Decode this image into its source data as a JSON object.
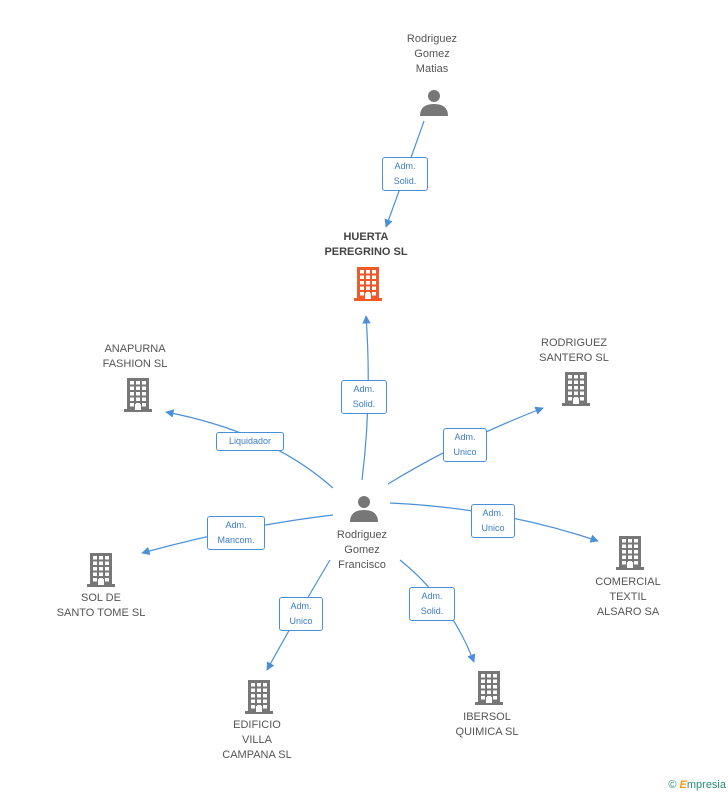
{
  "colors": {
    "edge": "#4a90d9",
    "person": "#777777",
    "company": "#777777",
    "focus_company": "#f05a28"
  },
  "nodes": {
    "matias": {
      "label": "Rodriguez\nGomez\nMatias",
      "icon": "person-icon"
    },
    "huerta": {
      "label": "HUERTA\nPEREGRINO SL",
      "icon": "building-icon"
    },
    "anapurna": {
      "label": "ANAPURNA\nFASHION SL",
      "icon": "building-icon"
    },
    "santero": {
      "label": "RODRIGUEZ\nSANTERO SL",
      "icon": "building-icon"
    },
    "francisco": {
      "label": "Rodriguez\nGomez\nFrancisco",
      "icon": "person-icon"
    },
    "sol": {
      "label": "SOL DE\nSANTO TOME SL",
      "icon": "building-icon"
    },
    "comercial": {
      "label": "COMERCIAL\nTEXTIL\nALSARO SA",
      "icon": "building-icon"
    },
    "edificio": {
      "label": "EDIFICIO\nVILLA\nCAMPANA SL",
      "icon": "building-icon"
    },
    "ibersol": {
      "label": "IBERSOL\nQUIMICA  SL",
      "icon": "building-icon"
    }
  },
  "edges": {
    "matias_huerta": "Adm.\nSolid.",
    "francisco_huerta": "Adm.\nSolid.",
    "francisco_anapurna": "Liquidador",
    "francisco_santero": "Adm.\nUnico",
    "francisco_sol": "Adm.\nMancom.",
    "francisco_comercial": "Adm.\nUnico",
    "francisco_edificio": "Adm.\nUnico",
    "francisco_ibersol": "Adm.\nSolid."
  },
  "footer": {
    "copyright": "©",
    "brand_initial": "E",
    "brand_rest": "mpresia"
  }
}
